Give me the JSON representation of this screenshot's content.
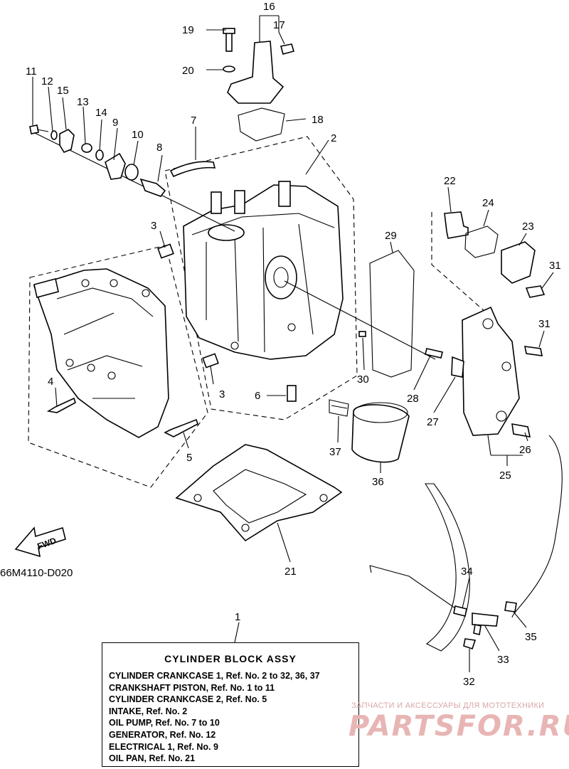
{
  "drawing_code": "66M4110-D020",
  "fwd_label": "FWD",
  "callouts": [
    "1",
    "2",
    "3",
    "3",
    "4",
    "5",
    "6",
    "7",
    "8",
    "9",
    "10",
    "11",
    "12",
    "13",
    "14",
    "15",
    "16",
    "17",
    "18",
    "19",
    "20",
    "21",
    "22",
    "23",
    "24",
    "25",
    "26",
    "27",
    "28",
    "29",
    "30",
    "31",
    "31",
    "32",
    "33",
    "34",
    "35",
    "36",
    "37"
  ],
  "legend": {
    "title": "CYLINDER  BLOCK ASSY",
    "lines": [
      "CYLINDER CRANKCASE 1, Ref. No. 2 to 32, 36, 37",
      "CRANKSHAFT PISTON, Ref. No. 1 to 11",
      "CYLINDER CRANKCASE 2, Ref. No. 5",
      "INTAKE, Ref. No. 2",
      "OIL PUMP,  Ref. No. 7 to 10",
      "GENERATOR, Ref. No. 12",
      "ELECTRICAL 1, Ref. No. 9",
      "OIL PAN,  Ref. No. 21"
    ]
  },
  "watermark": {
    "subtitle": "ЗАПЧАСТИ И АКСЕССУАРЫ ДЛЯ МОТОТЕХНИКИ",
    "logo": "PARTSFOR.RU",
    "color": "#e8b5b5"
  }
}
